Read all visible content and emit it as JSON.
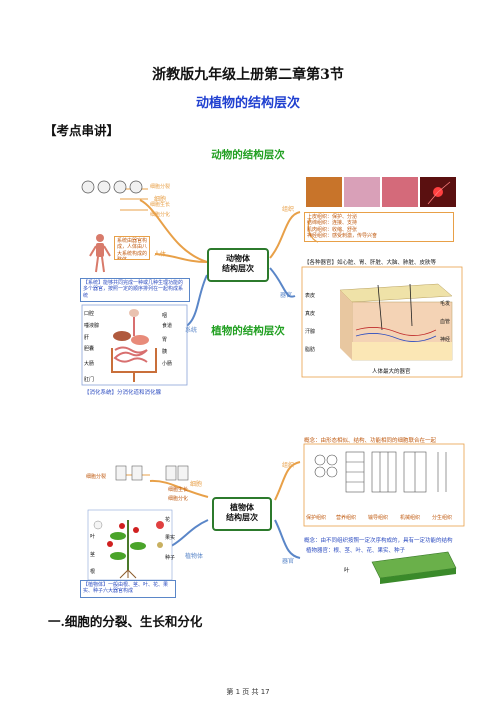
{
  "doc": {
    "title": "浙教版九年级上册第二章第3节",
    "subtitle": "动植物的结构层次",
    "section_label": "【考点串讲】",
    "heading_1": "一.细胞的分裂、生长和分化",
    "footer": "第 1 页 共 17"
  },
  "animal_map": {
    "title": "动物的结构层次",
    "center": [
      "动物体",
      "结构层次"
    ],
    "branch_cell": "细胞",
    "branch_tissue": "组织",
    "branch_organ": "器官",
    "branch_system": "系统",
    "branch_body": "人体",
    "cell_ops": [
      "细胞分裂",
      "细胞生长",
      "细胞分化"
    ],
    "tissue_text": [
      "上皮组织：保护、分泌",
      "结缔组织：连接、支持",
      "肌肉组织：收缩、舒张",
      "神经组织：感受刺激，传导兴奋"
    ],
    "body_note": "系统由器官构成，人体由八大系统构成的整体",
    "system_note": "【系统】能够共同完成一种或几种生理功能的多个器官，按照一定的顺序排列在一起构成系统",
    "digestive_caption": "【消化系统】分消化道和消化腺",
    "digestive_labels": [
      "口腔",
      "唾液腺",
      "咽",
      "食道",
      "胃",
      "肝",
      "胆囊",
      "胰",
      "小肠",
      "大肠",
      "肛门"
    ],
    "organ_note": "【各种器官】如心脏、胃、肝脏、大脑、肺脏、皮肤等",
    "skin_caption": "人体最大的器官",
    "skin_labels": [
      "表皮",
      "真皮",
      "汗腺",
      "脂肪",
      "毛发",
      "血管",
      "神经"
    ]
  },
  "plant_map": {
    "title": "植物的结构层次",
    "center": [
      "植物体",
      "结构层次"
    ],
    "branch_cell": "细胞",
    "branch_tissue": "组织",
    "branch_organ": "器官",
    "branch_body": "植物体",
    "cell_ops": [
      "细胞分裂",
      "细胞生长",
      "细胞分化"
    ],
    "tissue_note": "概念：由形态相似、结构、功能相同的细胞联合在一起",
    "tissue_types": [
      "保护组织",
      "营养组织",
      "输导组织",
      "机械组织",
      "分生组织"
    ],
    "organ_note": "概念：由不同组织按照一定次序构成的，具有一定功能的结构",
    "organ_list": "植物器官：根、茎、叶、花、果实、种子",
    "leaf_label": "叶",
    "body_note": "【植物体】一般由根、茎、叶、花、果实、种子六大器官构成",
    "plant_labels": [
      "花",
      "果实",
      "种子",
      "叶",
      "茎",
      "根"
    ]
  },
  "colors": {
    "blue_title": "#1f3fd0",
    "green_title": "#22a022",
    "branch_orange": "#e8a048",
    "branch_blue": "#5a86c8"
  }
}
